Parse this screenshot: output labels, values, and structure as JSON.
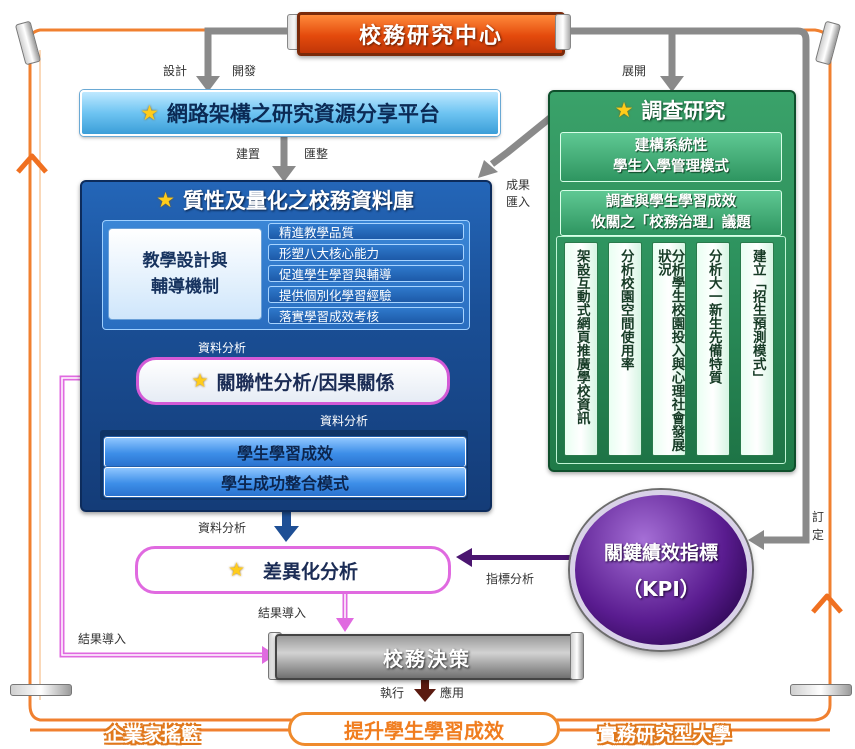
{
  "colors": {
    "frame_orange": "#f08030",
    "center_orange": "#e44a0c",
    "platform_blue": "#6ec4f2",
    "db_blue": "#1a4f96",
    "research_green": "#1f7a48",
    "kpi_purple": "#5a1c90",
    "pink_flow": "#e06ae0",
    "arrow_gray": "#8a8a8a",
    "arrow_blue": "#1e4f95",
    "arrow_purple": "#4b1570",
    "arrow_brown": "#5a1a10"
  },
  "center": {
    "title": "校務研究中心"
  },
  "flow_labels": {
    "design": "設計",
    "develop": "開發",
    "expand": "展開",
    "build": "建置",
    "integrate": "匯整",
    "results_import_1": "成果",
    "results_import_2": "匯入",
    "data_analysis_1": "資料分析",
    "data_analysis_2": "資料分析",
    "data_analysis_3": "資料分析",
    "set_1": "訂",
    "set_2": "定",
    "indicator_analysis": "指標分析",
    "result_import_a": "結果導入",
    "result_import_b": "結果導入",
    "execute": "執行",
    "apply": "應用"
  },
  "platform": {
    "title": "網路架構之研究資源分享平台",
    "star_icon": "star-icon"
  },
  "database": {
    "title": "質性及量化之校務資料庫",
    "teaching_line1": "教學設計與",
    "teaching_line2": "輔導機制",
    "items": [
      "精進教學品質",
      "形塑八大核心能力",
      "促進學生學習與輔導",
      "提供個別化學習經驗",
      "落實學習成效考核"
    ],
    "relation": "關聯性分析/因果關係",
    "results": [
      "學生學習成效",
      "學生成功整合模式"
    ]
  },
  "research": {
    "title": "調查研究",
    "system_line1": "建構系統性",
    "system_line2": "學生入學管理模式",
    "survey_line1": "調查與學生學習成效",
    "survey_line2": "攸關之「校務治理」議題",
    "columns": [
      "架設互動式網頁推廣學校資訊",
      "分析校園空間使用率",
      "分析學生校園投入與心理社會發展狀況",
      "分析大一新生先備特質",
      "建立「招生預測模式」"
    ]
  },
  "kpi": {
    "line1": "關鍵績效指標",
    "line2": "（KPI）"
  },
  "differentiation": {
    "title": "差異化分析"
  },
  "decision": {
    "title": "校務決策"
  },
  "bottom": {
    "left": "企業家搖籃",
    "middle": "提升學生學習成效",
    "right": "實務研究型大學"
  }
}
